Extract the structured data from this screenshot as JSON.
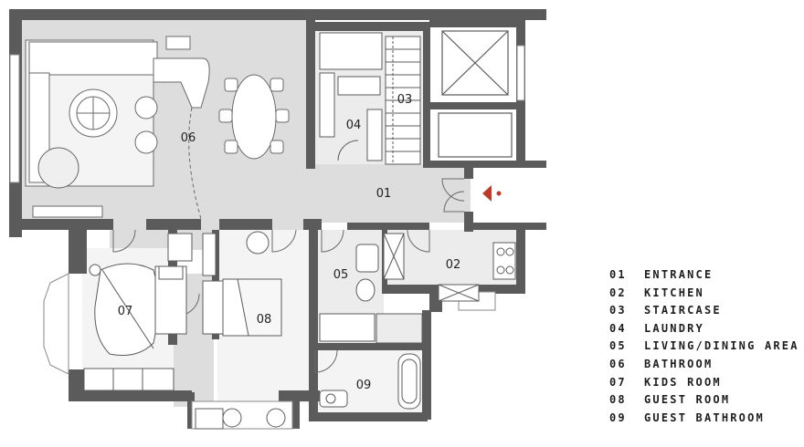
{
  "colors": {
    "wall": "#5b5b5b",
    "floor": "#dddddd",
    "room_floor": "#efefef",
    "furniture": "#ffffff",
    "entry_arrow": "#c0392b"
  },
  "rooms": [
    {
      "id": "01",
      "label": "01"
    },
    {
      "id": "02",
      "label": "02"
    },
    {
      "id": "03",
      "label": "03"
    },
    {
      "id": "04",
      "label": "04"
    },
    {
      "id": "05",
      "label": "05"
    },
    {
      "id": "06",
      "label": "06"
    },
    {
      "id": "07",
      "label": "07"
    },
    {
      "id": "08",
      "label": "08"
    },
    {
      "id": "09",
      "label": "09"
    }
  ],
  "legend": [
    {
      "num": "01",
      "text": "ENTRANCE"
    },
    {
      "num": "02",
      "text": "KITCHEN"
    },
    {
      "num": "03",
      "text": "STAIRCASE"
    },
    {
      "num": "04",
      "text": "LAUNDRY"
    },
    {
      "num": "05",
      "text": "LIVING/DINING AREA"
    },
    {
      "num": "06",
      "text": "BATHROOM"
    },
    {
      "num": "07",
      "text": "KIDS ROOM"
    },
    {
      "num": "08",
      "text": "GUEST ROOM"
    },
    {
      "num": "09",
      "text": "GUEST BATHROOM"
    }
  ],
  "icons": {
    "entry": "entry-arrow-icon"
  }
}
